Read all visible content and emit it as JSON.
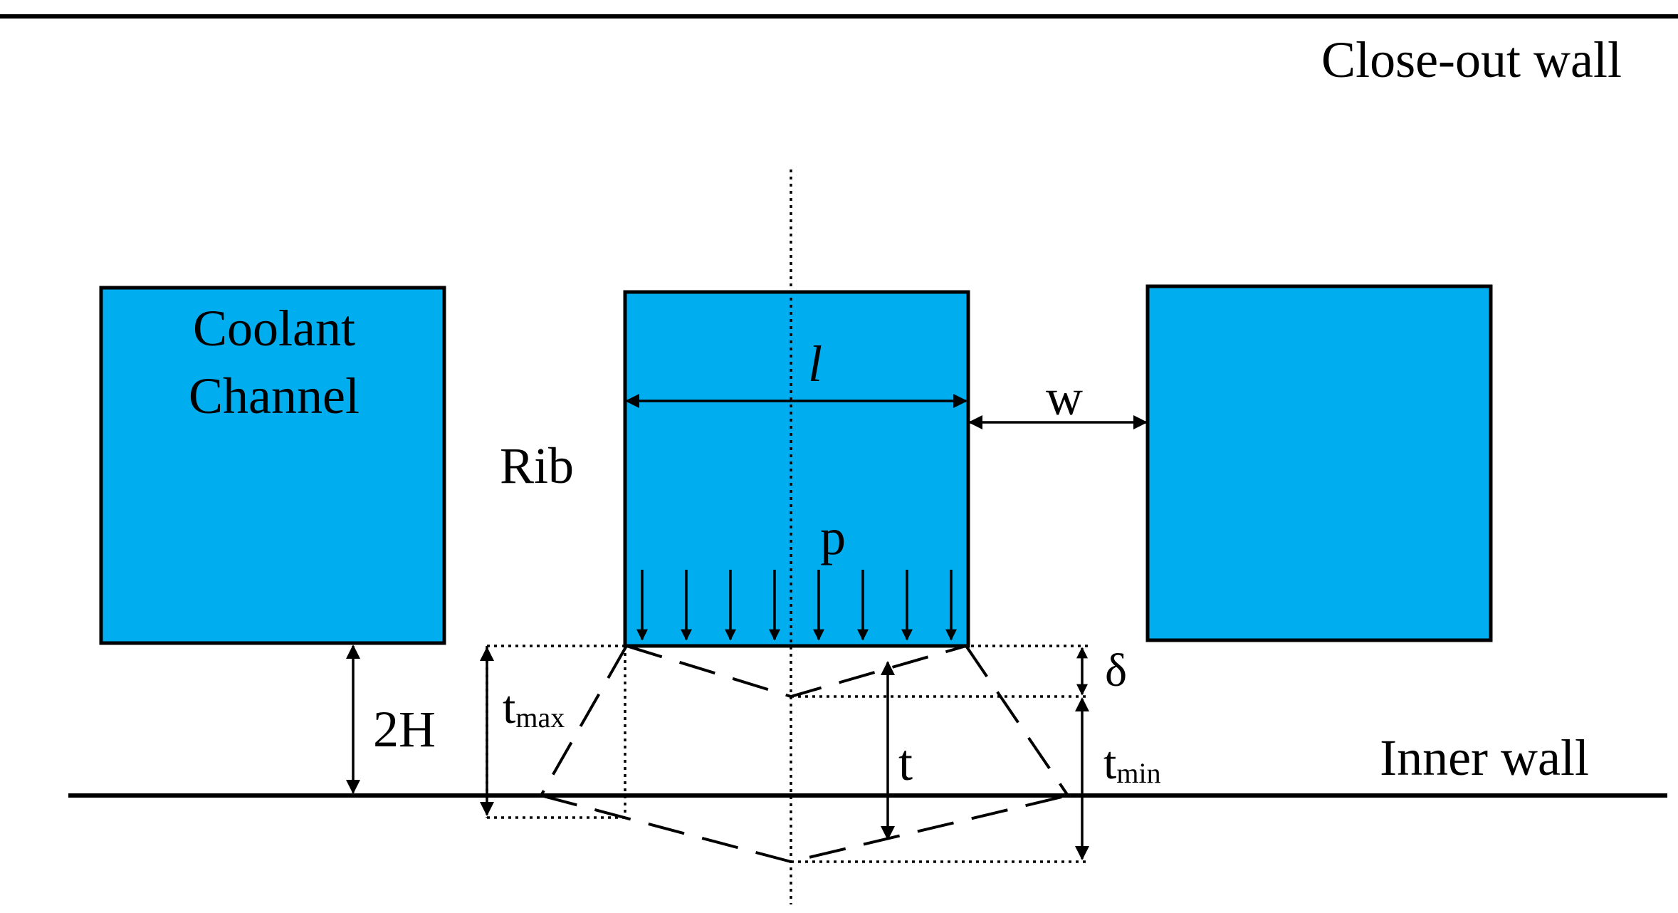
{
  "labels": {
    "close_out_wall": "Close-out wall",
    "inner_wall": "Inner wall",
    "coolant_line1": "Coolant",
    "coolant_line2": "Channel",
    "rib": "Rib",
    "l": "l",
    "w": "w",
    "p": "p",
    "two_h": "2H",
    "t_max_base": "t",
    "t_max_sub": "max",
    "t_min_base": "t",
    "t_min_sub": "min",
    "t": "t",
    "delta": "δ"
  },
  "colors": {
    "channel_fill": "#00AEEF",
    "line": "#000000",
    "background": "#FFFFFF"
  }
}
